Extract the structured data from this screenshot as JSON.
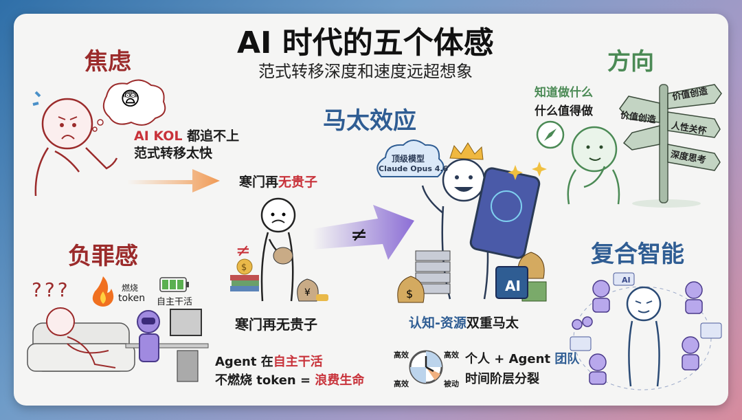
{
  "title": "AI 时代的五个体感",
  "subtitle": "范式转移深度和速度远超想象",
  "anxiety": {
    "heading": "焦虑",
    "line1_highlight": "AI KOL",
    "line1_rest": " 都追不上",
    "line2": "范式转移太快",
    "emoji": "😨"
  },
  "matthew": {
    "heading": "马太效应",
    "top_label_a": "寒门再",
    "top_label_b": "无贵子",
    "bottom_label": "寒门再无贵子",
    "neq": "≠",
    "cloud_line1": "顶级模型",
    "cloud_line2": "Claude Opus 4.6",
    "chip_label": "AI",
    "dual_a": "认知-资源",
    "dual_b": "双重马太",
    "clock_labels": [
      "高效",
      "高效",
      "高效",
      "被动"
    ],
    "team_a": "个人 + Agent ",
    "team_b": "团队",
    "team_line2": "时间阶层分裂"
  },
  "direction": {
    "heading": "方向",
    "line1": "知道做什么",
    "line2": "什么值得做",
    "signs": [
      "价值创造",
      "价值创造",
      "人性关怀",
      "深度思考"
    ]
  },
  "guilt": {
    "heading": "负罪感",
    "question_marks": "???",
    "burn_label1": "燃烧",
    "burn_label2": "token",
    "battery_label": "自主干活",
    "line1_a": "Agent 在",
    "line1_b": "自主干活",
    "line2_a": "不燃烧 token = ",
    "line2_b": "浪费生命"
  },
  "compound": {
    "heading": "复合智能",
    "bubble_label": "AI"
  },
  "colors": {
    "anxiety": "#9b2b2b",
    "matthew": "#2f5d93",
    "direction": "#4b8a55",
    "guilt": "#9b2b2b",
    "compound": "#2f5d93",
    "highlight_red": "#c8323a"
  }
}
